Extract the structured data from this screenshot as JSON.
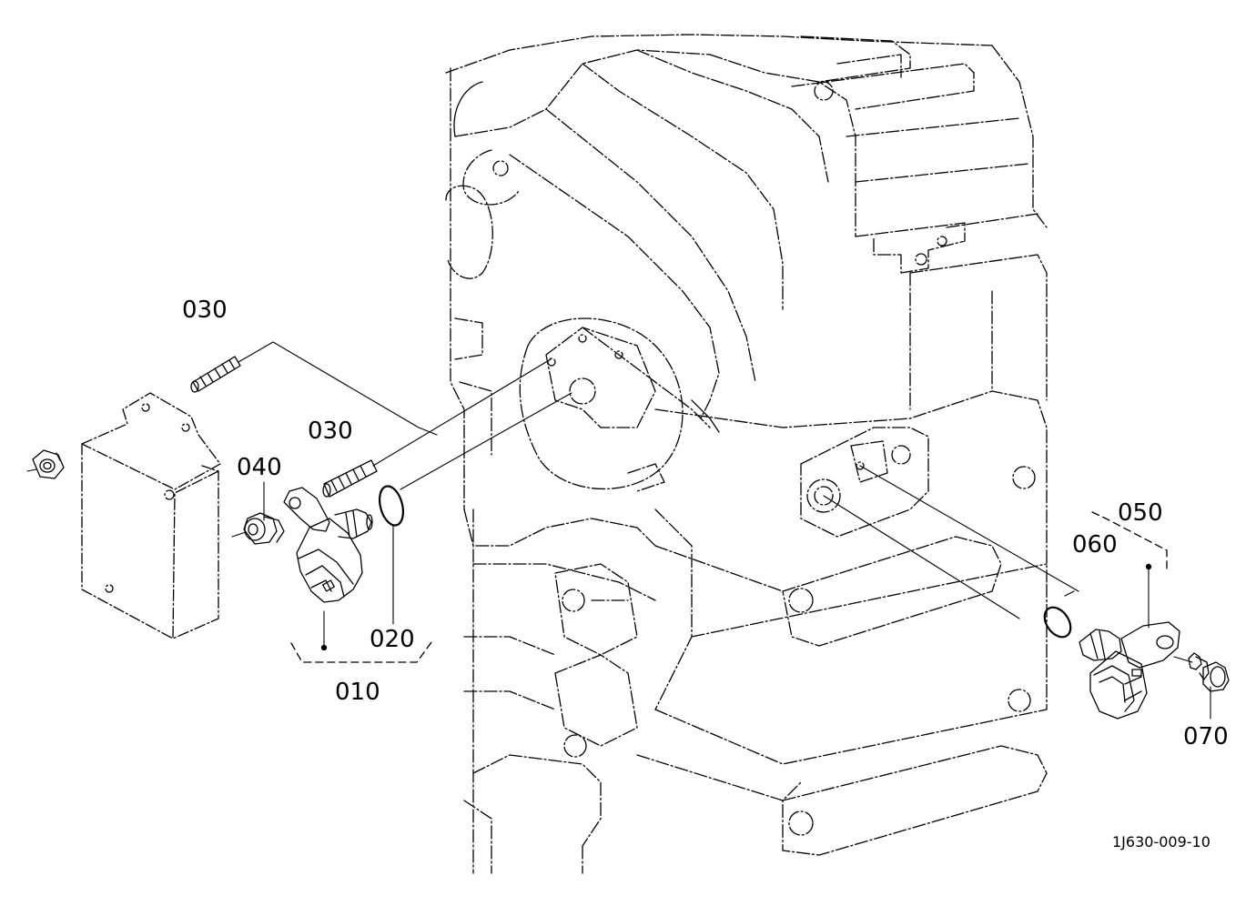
{
  "diagram": {
    "labels": {
      "p010": "010",
      "p020": "020",
      "p030_top": "030",
      "p030_mid": "030",
      "p040": "040",
      "p050": "050",
      "p060": "060",
      "p070": "070"
    },
    "drawing_number": "1J630-009-10"
  }
}
